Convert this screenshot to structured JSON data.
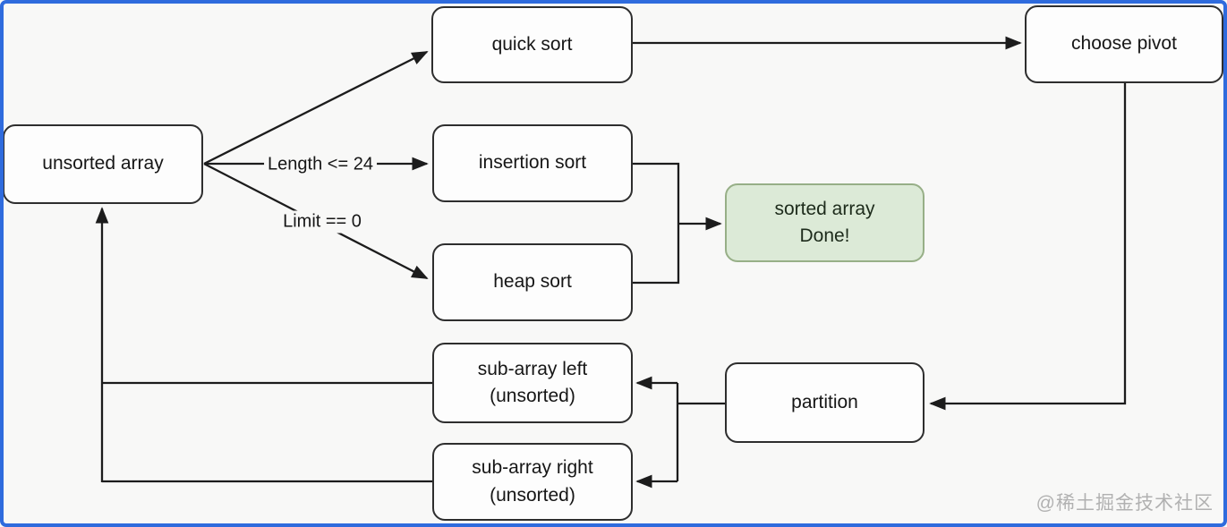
{
  "diagram": {
    "nodes": {
      "unsorted_array": "unsorted array",
      "quick_sort": "quick sort",
      "insertion_sort": "insertion sort",
      "heap_sort": "heap sort",
      "sorted_array_done": "sorted array\nDone!",
      "choose_pivot": "choose pivot",
      "partition": "partition",
      "sub_array_left": "sub-array left\n(unsorted)",
      "sub_array_right": "sub-array right\n(unsorted)"
    },
    "edge_labels": {
      "length_condition": "Length <= 24",
      "limit_condition": "Limit == 0"
    },
    "colors": {
      "frame_blue": "#2f6bdd",
      "node_border": "#2e2e2e",
      "node_fill": "#fdfdfd",
      "done_fill": "#dcead7",
      "done_border": "#97af87",
      "connector": "#1c1c1c",
      "background": "#f8f8f7",
      "watermark_gray": "#b1b1b1"
    },
    "watermark": "@稀土掘金技术社区"
  }
}
